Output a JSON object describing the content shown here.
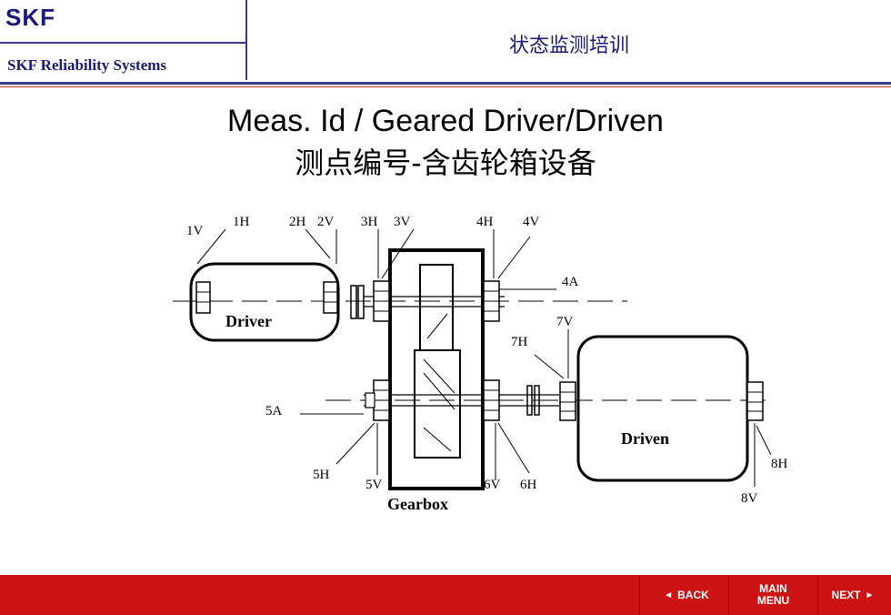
{
  "header": {
    "logo_text": "SKF",
    "brand_subtitle": "SKF Reliability Systems",
    "course_title": "状态监测培训"
  },
  "slide": {
    "title": "Meas. Id / Geared Driver/Driven",
    "subtitle": "测点编号-含齿轮箱设备"
  },
  "diagram": {
    "labels": {
      "p1v": "1V",
      "p1h": "1H",
      "p2h": "2H",
      "p2v": "2V",
      "p3h": "3H",
      "p3v": "3V",
      "p4h": "4H",
      "p4v": "4V",
      "p4a": "4A",
      "p7v": "7V",
      "p7h": "7H",
      "p5a": "5A",
      "p5h": "5H",
      "p5v": "5V",
      "p6v": "6V",
      "p6h": "6H",
      "p8h": "8H",
      "p8v": "8V"
    },
    "components": {
      "driver": "Driver",
      "driven": "Driven",
      "gearbox": "Gearbox"
    }
  },
  "footer": {
    "back_label": "BACK",
    "main_menu_line1": "MAIN",
    "main_menu_line2": "MENU",
    "next_label": "NEXT",
    "back_icon": "◄",
    "next_icon": "►",
    "bar_color": "#cc1414"
  }
}
